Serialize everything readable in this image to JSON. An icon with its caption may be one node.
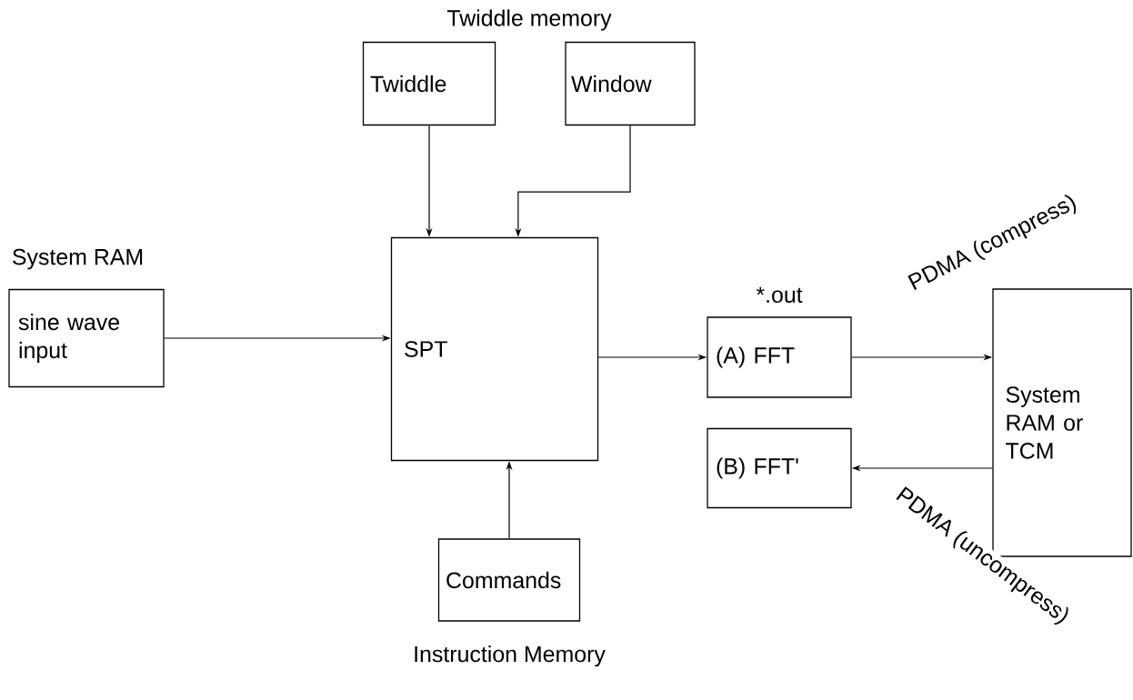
{
  "diagram": {
    "nodes": [
      {
        "text": [
          "Twiddle"
        ]
      },
      {
        "text": [
          "Window"
        ]
      },
      {
        "text": [
          "System RAM",
          "sine wave input"
        ]
      },
      {
        "text": [
          "SPT"
        ]
      },
      {
        "text": [
          "(A) FFT"
        ],
        "beside": [
          "*.out"
        ]
      },
      {
        "text": [
          "(B) FFT'"
        ]
      },
      {
        "text": [
          "System RAM or TCM"
        ]
      },
      {
        "text": [
          "Commands"
        ],
        "beside": [
          "Instruction Memory"
        ]
      }
    ],
    "edges": [
      {
        "from": 0,
        "to": 3,
        "arrow": "to"
      },
      {
        "from": 1,
        "to": 3,
        "arrow": "to"
      },
      {
        "from": 2,
        "to": 3,
        "arrow": "to"
      },
      {
        "from": 3,
        "to": 4,
        "arrow": "to"
      },
      {
        "from": 4,
        "to": 6,
        "arrow": "to",
        "label": "PDMA (compress)"
      },
      {
        "from": 6,
        "to": 5,
        "arrow": "to",
        "label": "PDMA (uncompress)"
      },
      {
        "from": 7,
        "to": 3,
        "arrow": "to"
      }
    ],
    "labels": [
      "Twiddle memory"
    ]
  }
}
